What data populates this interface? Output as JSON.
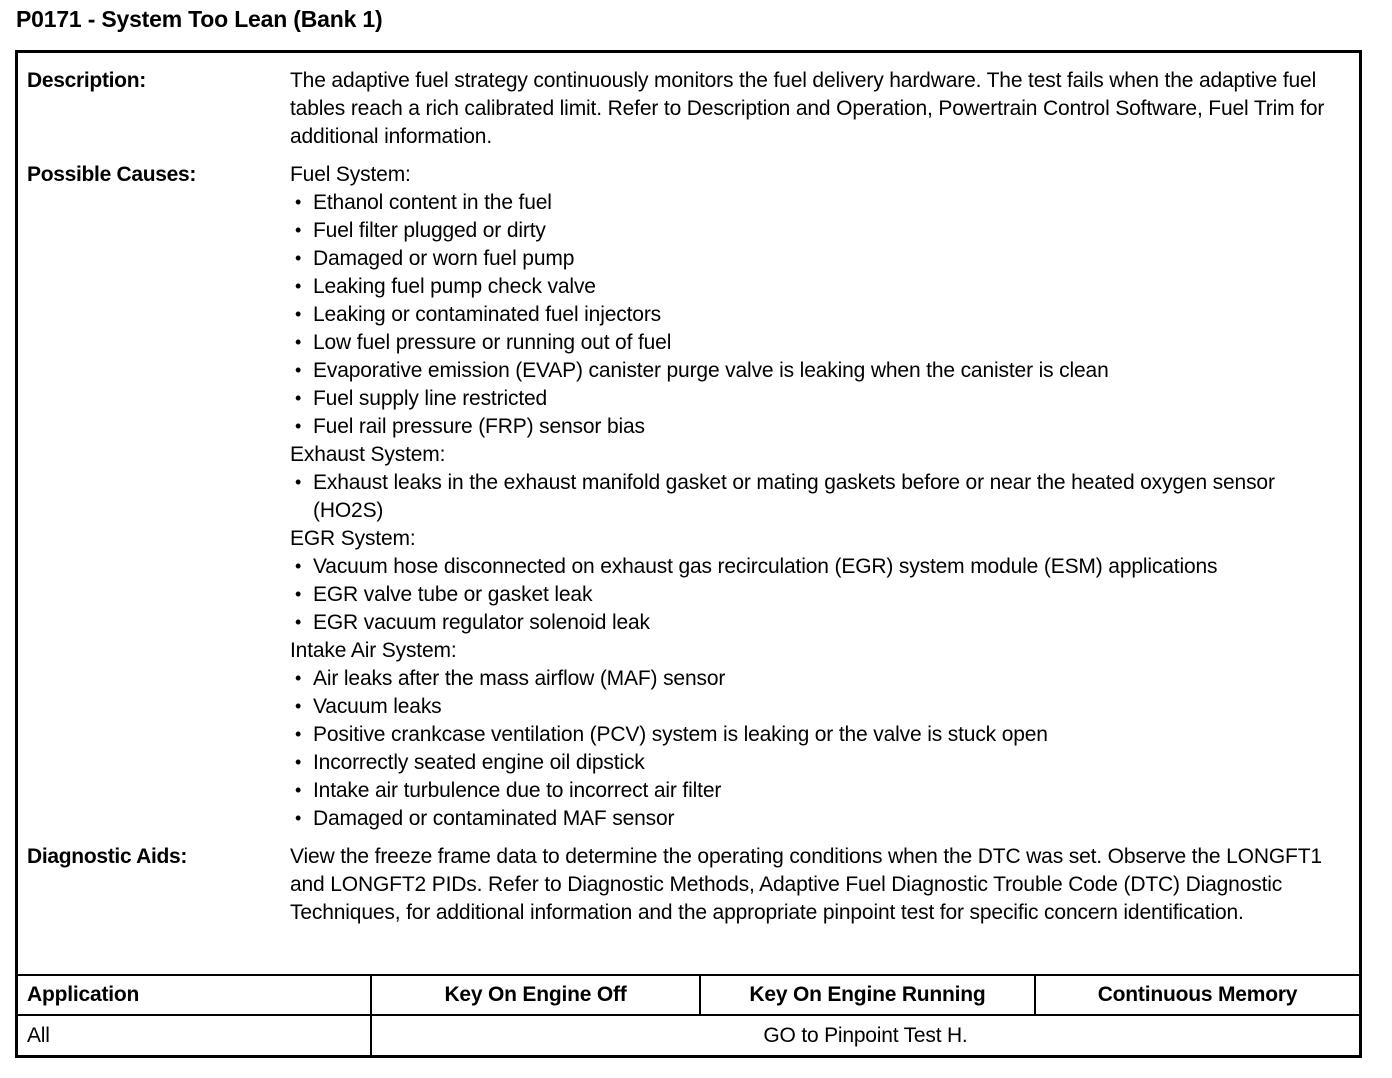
{
  "title": "P0171 - System Too Lean (Bank 1)",
  "sections": {
    "description": {
      "label": "Description:",
      "text": "The adaptive fuel strategy continuously monitors the fuel delivery hardware. The test fails when the adaptive fuel tables reach a rich calibrated limit. Refer to Description and Operation, Powertrain Control Software, Fuel Trim for additional information."
    },
    "possible_causes": {
      "label": "Possible Causes:",
      "groups": [
        {
          "heading": "Fuel System:",
          "items": [
            "Ethanol content in the fuel",
            "Fuel filter plugged or dirty",
            "Damaged or worn fuel pump",
            "Leaking fuel pump check valve",
            "Leaking or contaminated fuel injectors",
            "Low fuel pressure or running out of fuel",
            "Evaporative emission (EVAP) canister purge valve is leaking when the canister is clean",
            "Fuel supply line restricted",
            "Fuel rail pressure (FRP) sensor bias"
          ]
        },
        {
          "heading": "Exhaust System:",
          "items": [
            "Exhaust leaks in the exhaust manifold gasket or mating gaskets before or near the heated oxygen sensor (HO2S)"
          ]
        },
        {
          "heading": "EGR System:",
          "items": [
            "Vacuum hose disconnected on exhaust gas recirculation (EGR) system module (ESM) applications",
            "EGR valve tube or gasket leak",
            "EGR vacuum regulator solenoid leak"
          ]
        },
        {
          "heading": "Intake Air System:",
          "items": [
            "Air leaks after the mass airflow (MAF) sensor",
            "Vacuum leaks",
            "Positive crankcase ventilation (PCV) system is leaking or the valve is stuck open",
            "Incorrectly seated engine oil dipstick",
            "Intake air turbulence due to incorrect air filter",
            "Damaged or contaminated MAF sensor"
          ]
        }
      ]
    },
    "diagnostic_aids": {
      "label": "Diagnostic Aids:",
      "text": "View the freeze frame data to determine the operating conditions when the DTC was set. Observe the LONGFT1 and LONGFT2 PIDs. Refer to Diagnostic Methods, Adaptive Fuel Diagnostic Trouble Code (DTC) Diagnostic Techniques, for additional information and the appropriate pinpoint test for specific concern identification."
    }
  },
  "application_table": {
    "headers": [
      "Application",
      "Key On Engine Off",
      "Key On Engine Running",
      "Continuous Memory"
    ],
    "rows": [
      {
        "application": "All",
        "action": "GO to Pinpoint Test H."
      }
    ]
  }
}
